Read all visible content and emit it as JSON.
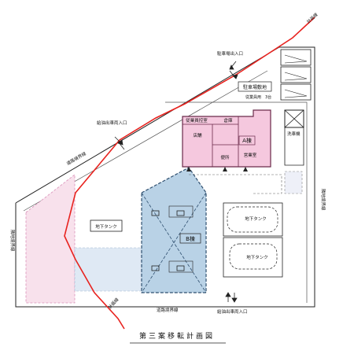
{
  "title": "第三案移転計画図",
  "labels": {
    "plan_boundary_top": "計画線",
    "plan_boundary_bottom": "計画線",
    "parking_entrance": "駐車場出入口",
    "parking_lot": "駐車場敷地",
    "parking_note": "従業員用　3台",
    "fuel_truck_entrance_north": "給油出車両入口",
    "road_boundary_west": "道路境界線",
    "employee_office": "従業員控室",
    "warehouse": "倉庫",
    "shop": "店舗",
    "building_a": "A棟",
    "office": "営業室",
    "toilet": "便所",
    "car_wash": "洗車機",
    "underground_tank_small": "地下タンク",
    "underground_tank_right_upper": "地下タンク",
    "underground_tank_right_lower": "地下タンク",
    "building_b": "B棟",
    "neighbor_land_west": "隣地境界線",
    "neighbor_land_east": "隣地境界線",
    "road_boundary_south": "道路境界線",
    "fuel_truck_entrance_south": "給油出車両入口"
  },
  "colors": {
    "plan_line": "#e8231f",
    "building_a_fill": "#f5c8de",
    "building_b_fill": "#b9d2e6",
    "west_area_fill": "#f8e1ec",
    "light_blue_fill": "#dfe9f4"
  }
}
